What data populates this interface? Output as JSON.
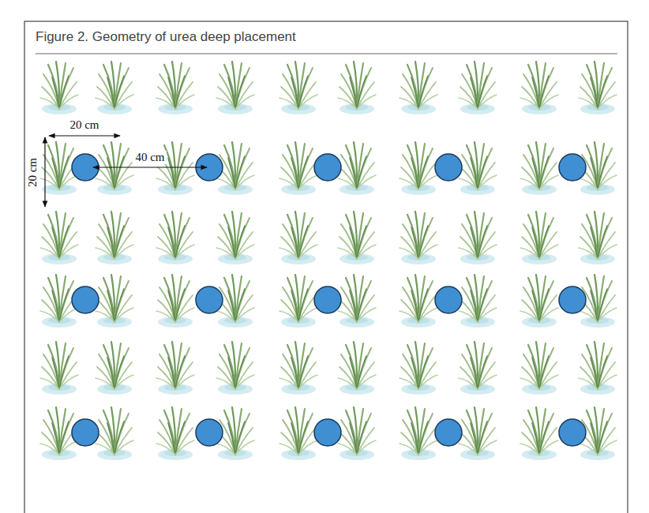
{
  "diagram": {
    "title": "Figure 2. Geometry of urea deep placement",
    "labels": [
      "20 cm",
      "20 cm",
      "40 cm"
    ]
  }
}
